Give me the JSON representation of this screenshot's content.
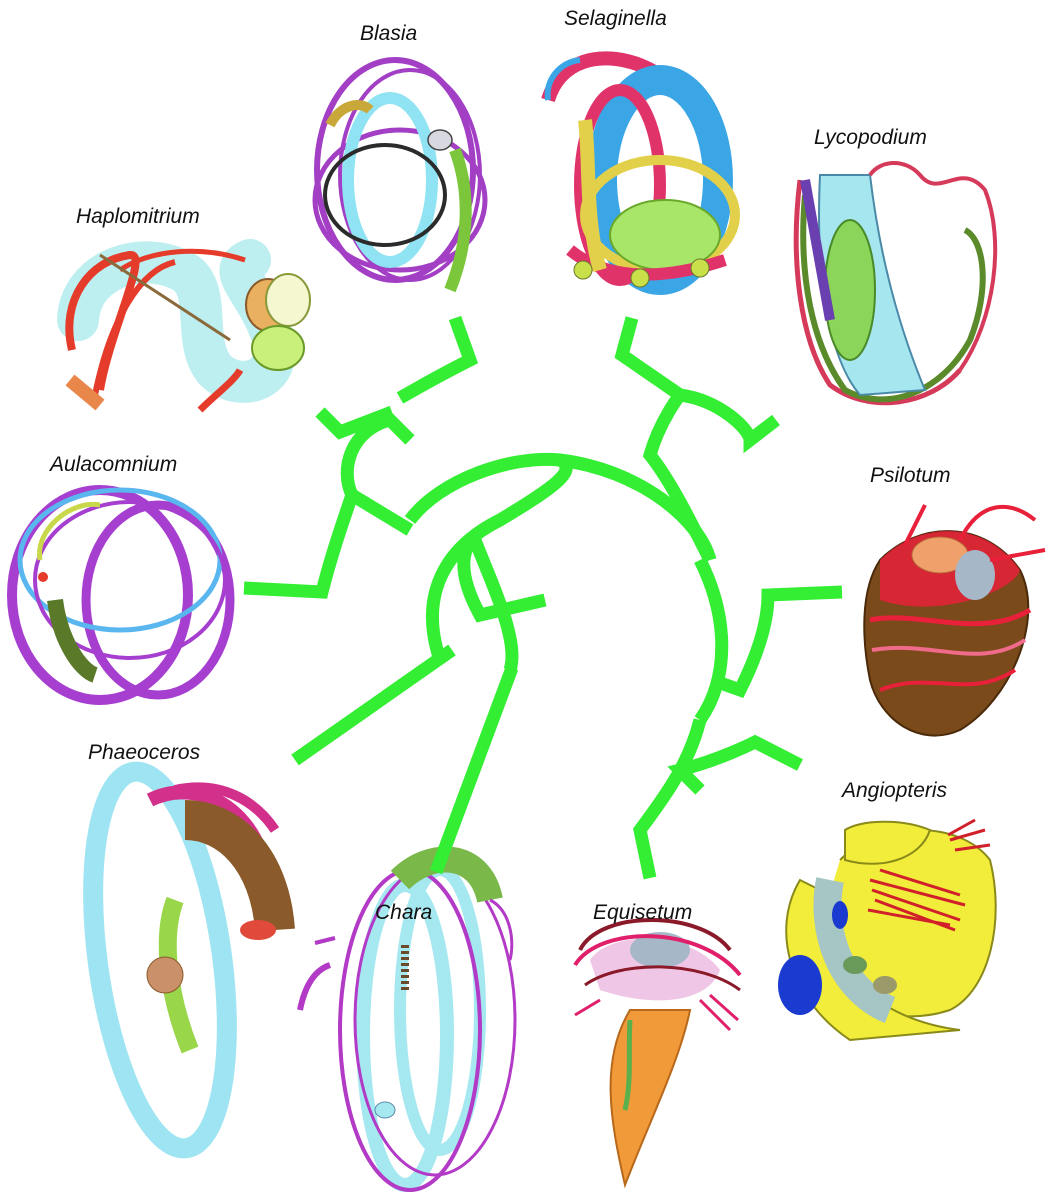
{
  "tree": {
    "color": "#33ee33",
    "taxa": [
      "Haplomitrium",
      "Blasia",
      "Selaginella",
      "Lycopodium",
      "Aulacomnium",
      "Psilotum",
      "Phaeoceros",
      "Angiopteris",
      "Chara",
      "Equisetum"
    ]
  },
  "illustrations": [
    {
      "taxon": "Haplomitrium",
      "colors": [
        "#e53b2a",
        "#bdeef0",
        "#c9f07a",
        "#e9b060"
      ]
    },
    {
      "taxon": "Blasia",
      "colors": [
        "#a23fc4",
        "#8fe3f2",
        "#7cc63c",
        "#2b2b2b"
      ]
    },
    {
      "taxon": "Selaginella",
      "colors": [
        "#e0336a",
        "#3aa6e6",
        "#a8e66a",
        "#e3d04a"
      ]
    },
    {
      "taxon": "Lycopodium",
      "colors": [
        "#d63a5a",
        "#a6e6ee",
        "#8bd65a",
        "#6a3fb0"
      ]
    },
    {
      "taxon": "Aulacomnium",
      "colors": [
        "#a63fd0",
        "#5ab6ee",
        "#5a7a2a"
      ]
    },
    {
      "taxon": "Psilotum",
      "colors": [
        "#e8203a",
        "#7a4a1a",
        "#f0a06a",
        "#a6b8c8"
      ]
    },
    {
      "taxon": "Phaeoceros",
      "colors": [
        "#9fe4f2",
        "#d2308a",
        "#8a5a2a",
        "#9ad64a"
      ]
    },
    {
      "taxon": "Angiopteris",
      "colors": [
        "#f2ec3a",
        "#d0202a",
        "#1a3ad0",
        "#a6c6c6"
      ]
    },
    {
      "taxon": "Chara",
      "colors": [
        "#a6e8f0",
        "#b23ac6",
        "#7ab84a",
        "#6a4a2a"
      ]
    },
    {
      "taxon": "Equisetum",
      "colors": [
        "#e0206a",
        "#f09a3a",
        "#8a6a2a",
        "#f0c6e6"
      ]
    }
  ]
}
